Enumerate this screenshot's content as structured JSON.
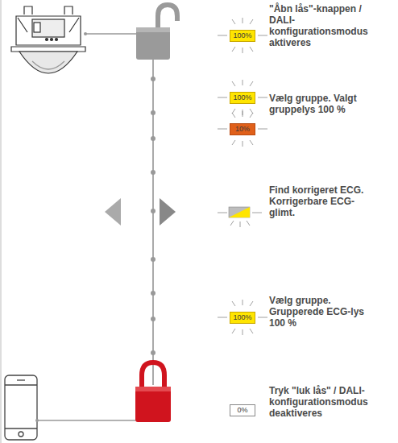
{
  "diagram": {
    "nodes": [
      {
        "text": [
          "100%"
        ]
      },
      {
        "text": [
          "100%"
        ]
      },
      {
        "text": [
          "10%"
        ]
      },
      {
        "text": [
          "100%"
        ]
      },
      {
        "text": [
          "0%"
        ]
      }
    ],
    "labels": [
      "\"Åbn lås\"-knappen / DALI-konfigurationsmodus aktiveres",
      "Vælg gruppe. Valgt gruppelys 100 %",
      "Find korrigeret ECG. Korrigerbare ECG-glimt.",
      "Vælg gruppe. Grupperede ECG-lys 100 %",
      "Tryk \"luk lås\" / DALI-konfigurationsmodus deaktiveres"
    ]
  }
}
